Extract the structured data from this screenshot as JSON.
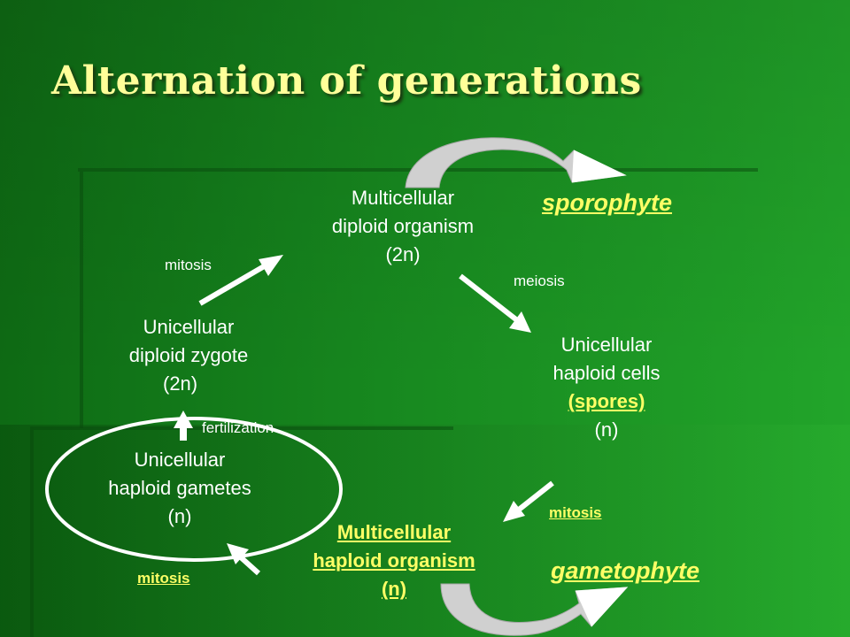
{
  "title": "Alternation of generations",
  "nodes": {
    "diploid_organism": [
      "Multicellular",
      "diploid organism",
      "(2n)"
    ],
    "haploid_cells": [
      "Unicellular",
      "haploid cells"
    ],
    "spores": "(spores)",
    "haploid_cells_ploidy": "(n)",
    "haploid_organism": [
      "Multicellular",
      "haploid organism",
      "(n)"
    ],
    "gametes": [
      "Unicellular",
      "haploid gametes",
      "(n)"
    ],
    "zygote": [
      "Unicellular",
      "diploid zygote",
      "(2n)"
    ]
  },
  "labels": {
    "sporophyte": "sporophyte",
    "gametophyte": "gametophyte",
    "meiosis": "meiosis",
    "mitosis_top": "mitosis",
    "mitosis_right": "mitosis",
    "mitosis_bottom": "mitosis",
    "fertilization": "fertilization"
  },
  "colors": {
    "accent_yellow": "#ffff66",
    "title_yellow": "#ffff99",
    "text_white": "#ffffff",
    "background_green": "#17881f",
    "curved_arrow_gray": "#c8c8c8"
  }
}
